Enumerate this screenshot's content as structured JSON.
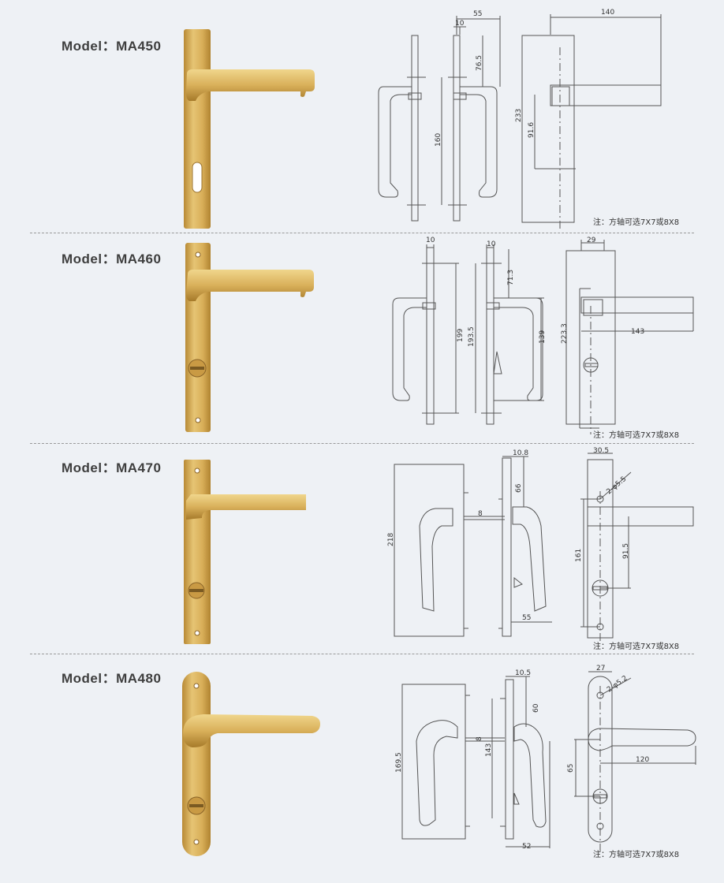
{
  "sections": [
    {
      "model": "Model：MA450",
      "note": "注：方轴可选7X7或8X8",
      "dims": {
        "a": "55",
        "b": "10",
        "c": "76.5",
        "d": "160",
        "e": "140",
        "f": "233",
        "g": "91.6"
      }
    },
    {
      "model": "Model：MA460",
      "note": "注：方轴可选7X7或8X8",
      "dims": {
        "a": "10",
        "b": "199",
        "c": "10",
        "d": "71.3",
        "e": "193.5",
        "f": "139",
        "g": "29",
        "h": "223.3",
        "i": "143"
      }
    },
    {
      "model": "Model：MA470",
      "note": "注：方轴可选7X7或8X8",
      "dims": {
        "a": "218",
        "b": "10.8",
        "c": "66",
        "d": "8",
        "e": "55",
        "f": "30.5",
        "g": "2-φ5.5",
        "h": "161",
        "i": "91.5"
      }
    },
    {
      "model": "Model：MA480",
      "note": "注：方轴可选7X7或8X8",
      "dims": {
        "a": "169.5",
        "b": "10.5",
        "c": "60",
        "d": "8",
        "e": "143",
        "f": "52",
        "g": "27",
        "h": "2-φ5.2",
        "i": "65",
        "j": "120"
      }
    }
  ],
  "colors": {
    "background": "#eef1f5",
    "gold_light": "#e8c873",
    "gold_mid": "#d2a64f",
    "gold_dark": "#a97c2c",
    "line": "#555555"
  }
}
